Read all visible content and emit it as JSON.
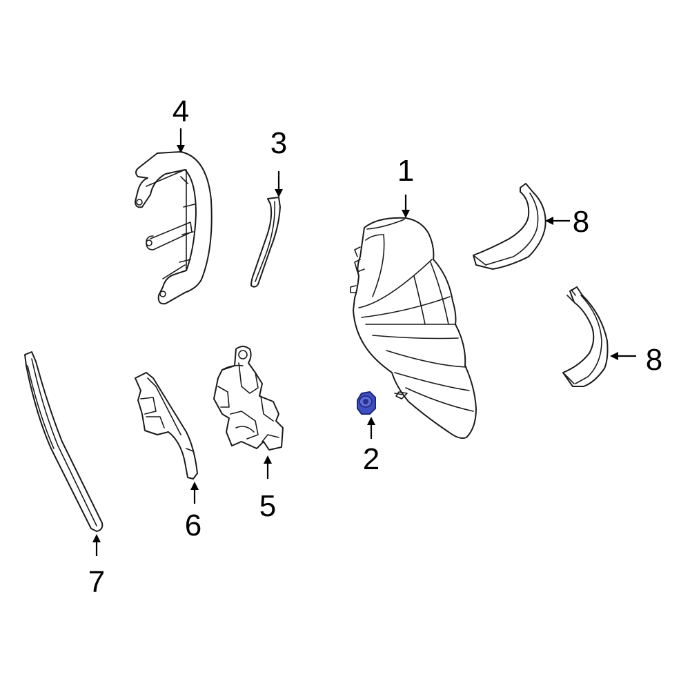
{
  "diagram": {
    "callouts": [
      {
        "id": "1",
        "label": "1"
      },
      {
        "id": "2",
        "label": "2"
      },
      {
        "id": "3",
        "label": "3"
      },
      {
        "id": "4",
        "label": "4"
      },
      {
        "id": "5",
        "label": "5"
      },
      {
        "id": "6",
        "label": "6"
      },
      {
        "id": "7",
        "label": "7"
      },
      {
        "id": "8a",
        "label": "8"
      },
      {
        "id": "8b",
        "label": "8"
      }
    ],
    "highlight_color": "#2f3fa8",
    "line_color": "#1a1a1a"
  }
}
